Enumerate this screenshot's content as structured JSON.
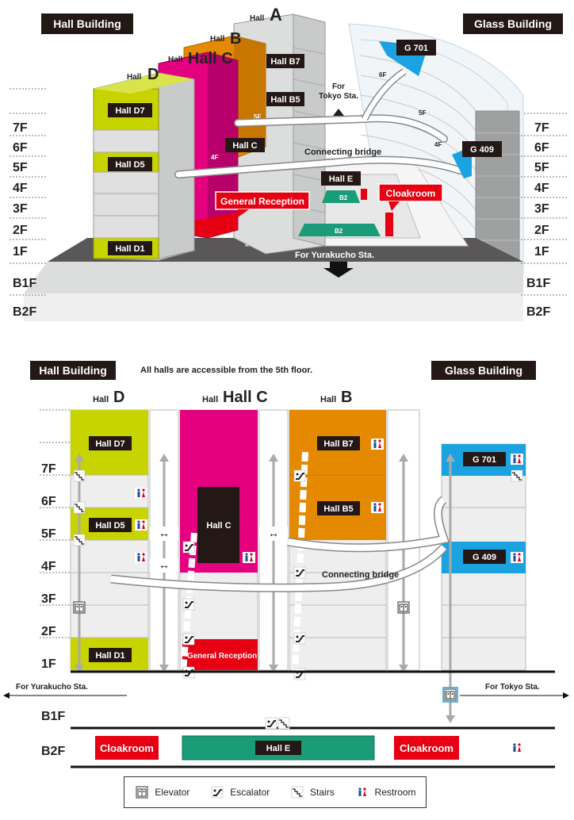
{
  "top": {
    "hall_building": "Hall Building",
    "glass_building": "Glass Building",
    "hall_a": "A",
    "hall_b": "B",
    "hall_c": "Hall C",
    "hall_d": "D",
    "hall_word": "Hall",
    "floors_left": [
      "7F",
      "6F",
      "5F",
      "4F",
      "3F",
      "2F",
      "1F",
      "B1F",
      "B2F"
    ],
    "floors_right": [
      "7F",
      "6F",
      "5F",
      "4F",
      "3F",
      "2F",
      "1F",
      "B1F",
      "B2F"
    ],
    "hall_d7": "Hall D7",
    "hall_d5": "Hall D5",
    "hall_d1": "Hall D1",
    "hall_b7": "Hall B7",
    "hall_b5": "Hall B5",
    "hall_e": "Hall E",
    "g701": "G 701",
    "g409": "G 409",
    "for_tokyo": "For Tokyo Sta.",
    "for_yurakucho": "For Yurakucho Sta.",
    "connecting_bridge": "Connecting bridge",
    "general_reception": "General Reception",
    "cloakroom": "Cloakroom",
    "label_6f": "6F",
    "label_5f": "5F",
    "label_4f": "4F",
    "label_5f_b": "5F",
    "label_4f_b": "4F",
    "b2": "B2"
  },
  "bottom": {
    "hall_building": "Hall Building",
    "glass_building": "Glass Building",
    "note": "All halls are accessible from the 5th floor.",
    "hall_word": "Hall",
    "hall_d": "D",
    "hall_c": "Hall C",
    "hall_b": "B",
    "floors": [
      "7F",
      "6F",
      "5F",
      "4F",
      "3F",
      "2F",
      "1F"
    ],
    "b1f": "B1F",
    "b2f": "B2F",
    "hall_d7": "Hall D7",
    "hall_d5": "Hall D5",
    "hall_d1": "Hall D1",
    "hall_b7": "Hall B7",
    "hall_b5": "Hall B5",
    "g701": "G 701",
    "g409": "G 409",
    "general_reception": "General Reception",
    "connecting_bridge": "Connecting bridge",
    "for_yurakucho": "For Yurakucho Sta.",
    "for_tokyo": "For Tokyo Sta.",
    "cloakroom_left": "Cloakroom",
    "cloakroom_right": "Cloakroom",
    "hall_e": "Hall E"
  },
  "legend": {
    "elevator": "Elevator",
    "escalator": "Escalator",
    "stairs": "Stairs",
    "restroom": "Restroom"
  },
  "colors": {
    "hall_d": "#c8d400",
    "hall_c": "#e4007f",
    "hall_b": "#e58a00",
    "glass_blue": "#1aa3e0",
    "reception_red": "#e60012",
    "hall_e_green": "#1b9c78",
    "dark": "#231815",
    "gray": "#c9caca"
  },
  "icons": [
    "elevator-icon",
    "escalator-icon",
    "stairs-icon",
    "restroom-icon",
    "arrow-icon"
  ]
}
